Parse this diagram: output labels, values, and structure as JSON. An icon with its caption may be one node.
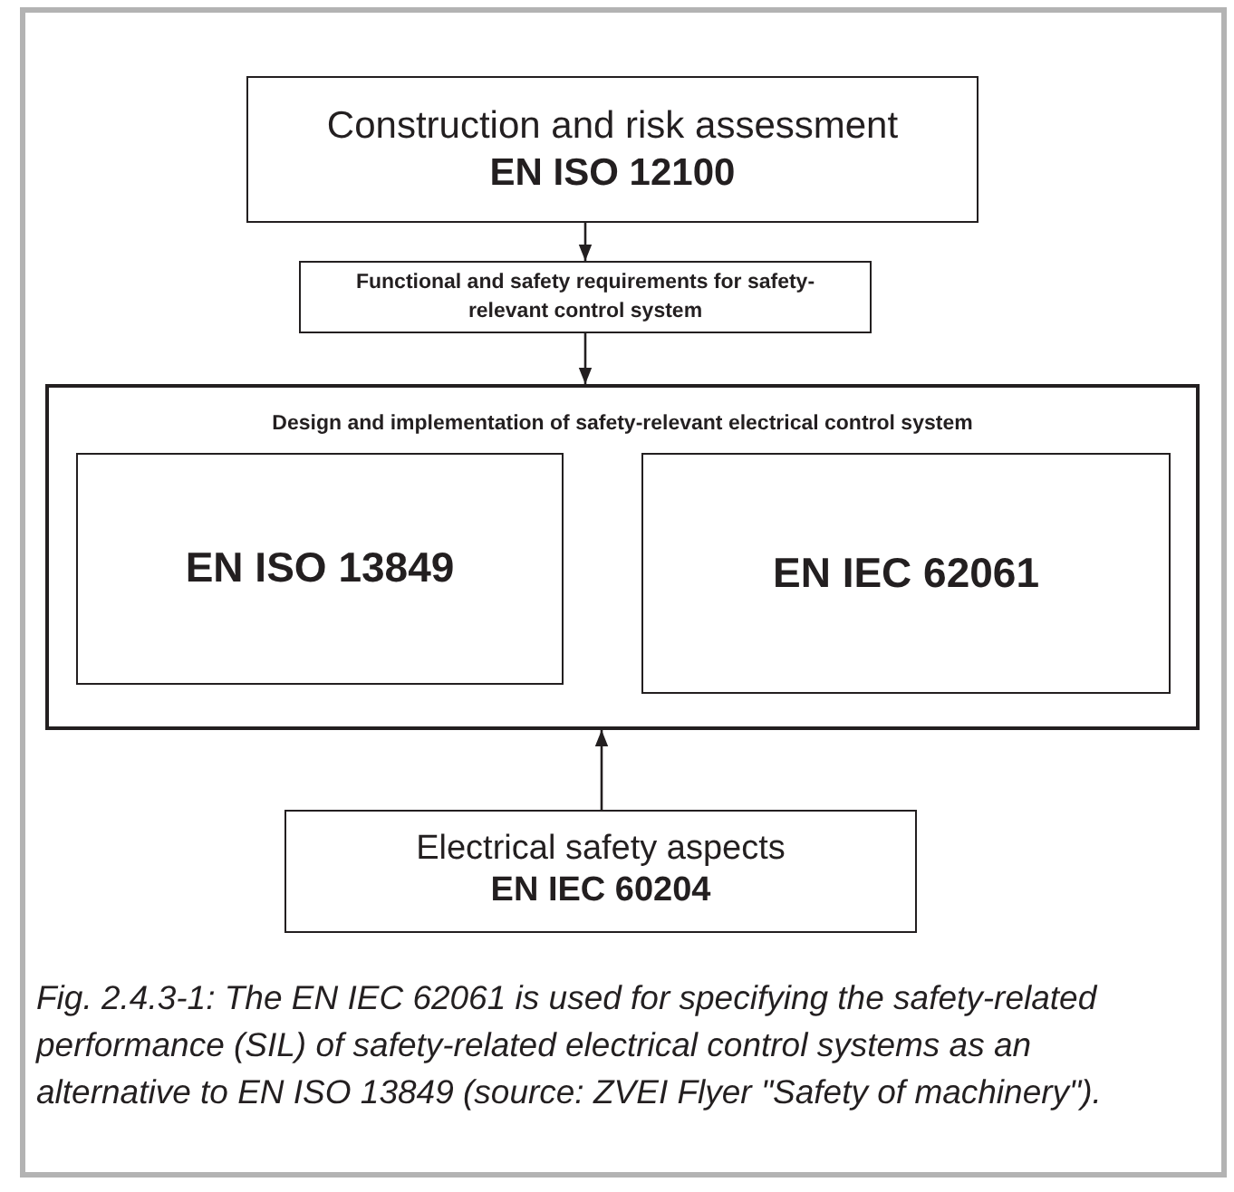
{
  "diagram": {
    "caption": "Fig. 2.4.3-1: The EN IEC 62061 is used for specifying the safety-related performance (SIL) of safety-related electrical control systems as an alternative to EN ISO 13849 (source: ZVEI Flyer \"Safety of machinery\").",
    "nodes": [
      {
        "text": [
          "Construction and risk assessment",
          "EN ISO 12100"
        ]
      },
      {
        "text": [
          "Functional and safety requirements for safety-relevant control system"
        ]
      },
      {
        "text": [
          "Design and implementation of safety-relevant electrical control system"
        ]
      },
      {
        "text": [
          "EN ISO 13849"
        ],
        "in": 2
      },
      {
        "text": [
          "EN IEC 62061"
        ],
        "in": 2
      },
      {
        "text": [
          "Electrical safety aspects",
          "EN IEC 60204"
        ]
      }
    ],
    "edges": [
      {
        "from": 0,
        "to": 1,
        "arrow": "to"
      },
      {
        "from": 1,
        "to": 2,
        "arrow": "to"
      },
      {
        "from": 5,
        "to": 2,
        "arrow": "to"
      }
    ]
  }
}
